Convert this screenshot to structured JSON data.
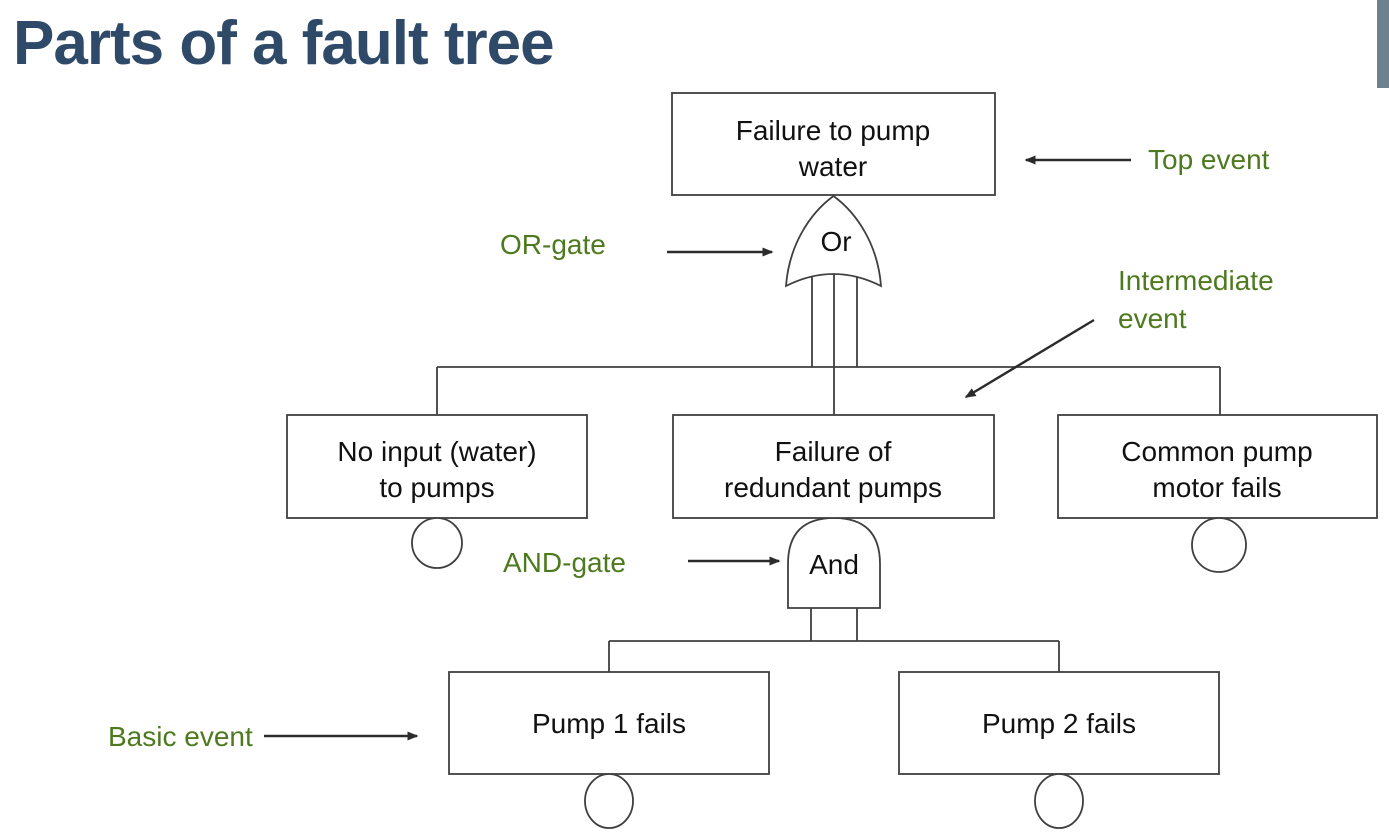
{
  "slide": {
    "title": "Parts of a fault tree",
    "title_color": "#2e4a68",
    "accent_bar_color": "#6e8191"
  },
  "colors": {
    "annotation_green": "#4e7a1f",
    "line": "#3f3f3f",
    "box_text": "#111111",
    "background": "#ffffff"
  },
  "diagram": {
    "type": "fault-tree",
    "top_event": {
      "label": "Failure to pump water",
      "line1": "Failure to pump",
      "line2": "water"
    },
    "gates": {
      "or": "Or",
      "and": "And"
    },
    "intermediate_events": [
      {
        "label": "No input (water) to pumps",
        "line1": "No input (water)",
        "line2": "to pumps"
      },
      {
        "label": "Failure of redundant pumps",
        "line1": "Failure of",
        "line2": "redundant pumps"
      },
      {
        "label": "Common pump motor fails",
        "line1": "Common pump",
        "line2": "motor fails"
      }
    ],
    "basic_events": [
      "Pump 1 fails",
      "Pump 2 fails"
    ],
    "annotations": {
      "top_event": "Top event",
      "or_gate": "OR-gate",
      "intermediate_line1": "Intermediate",
      "intermediate_line2": "event",
      "and_gate": "AND-gate",
      "basic_event": "Basic event"
    }
  }
}
